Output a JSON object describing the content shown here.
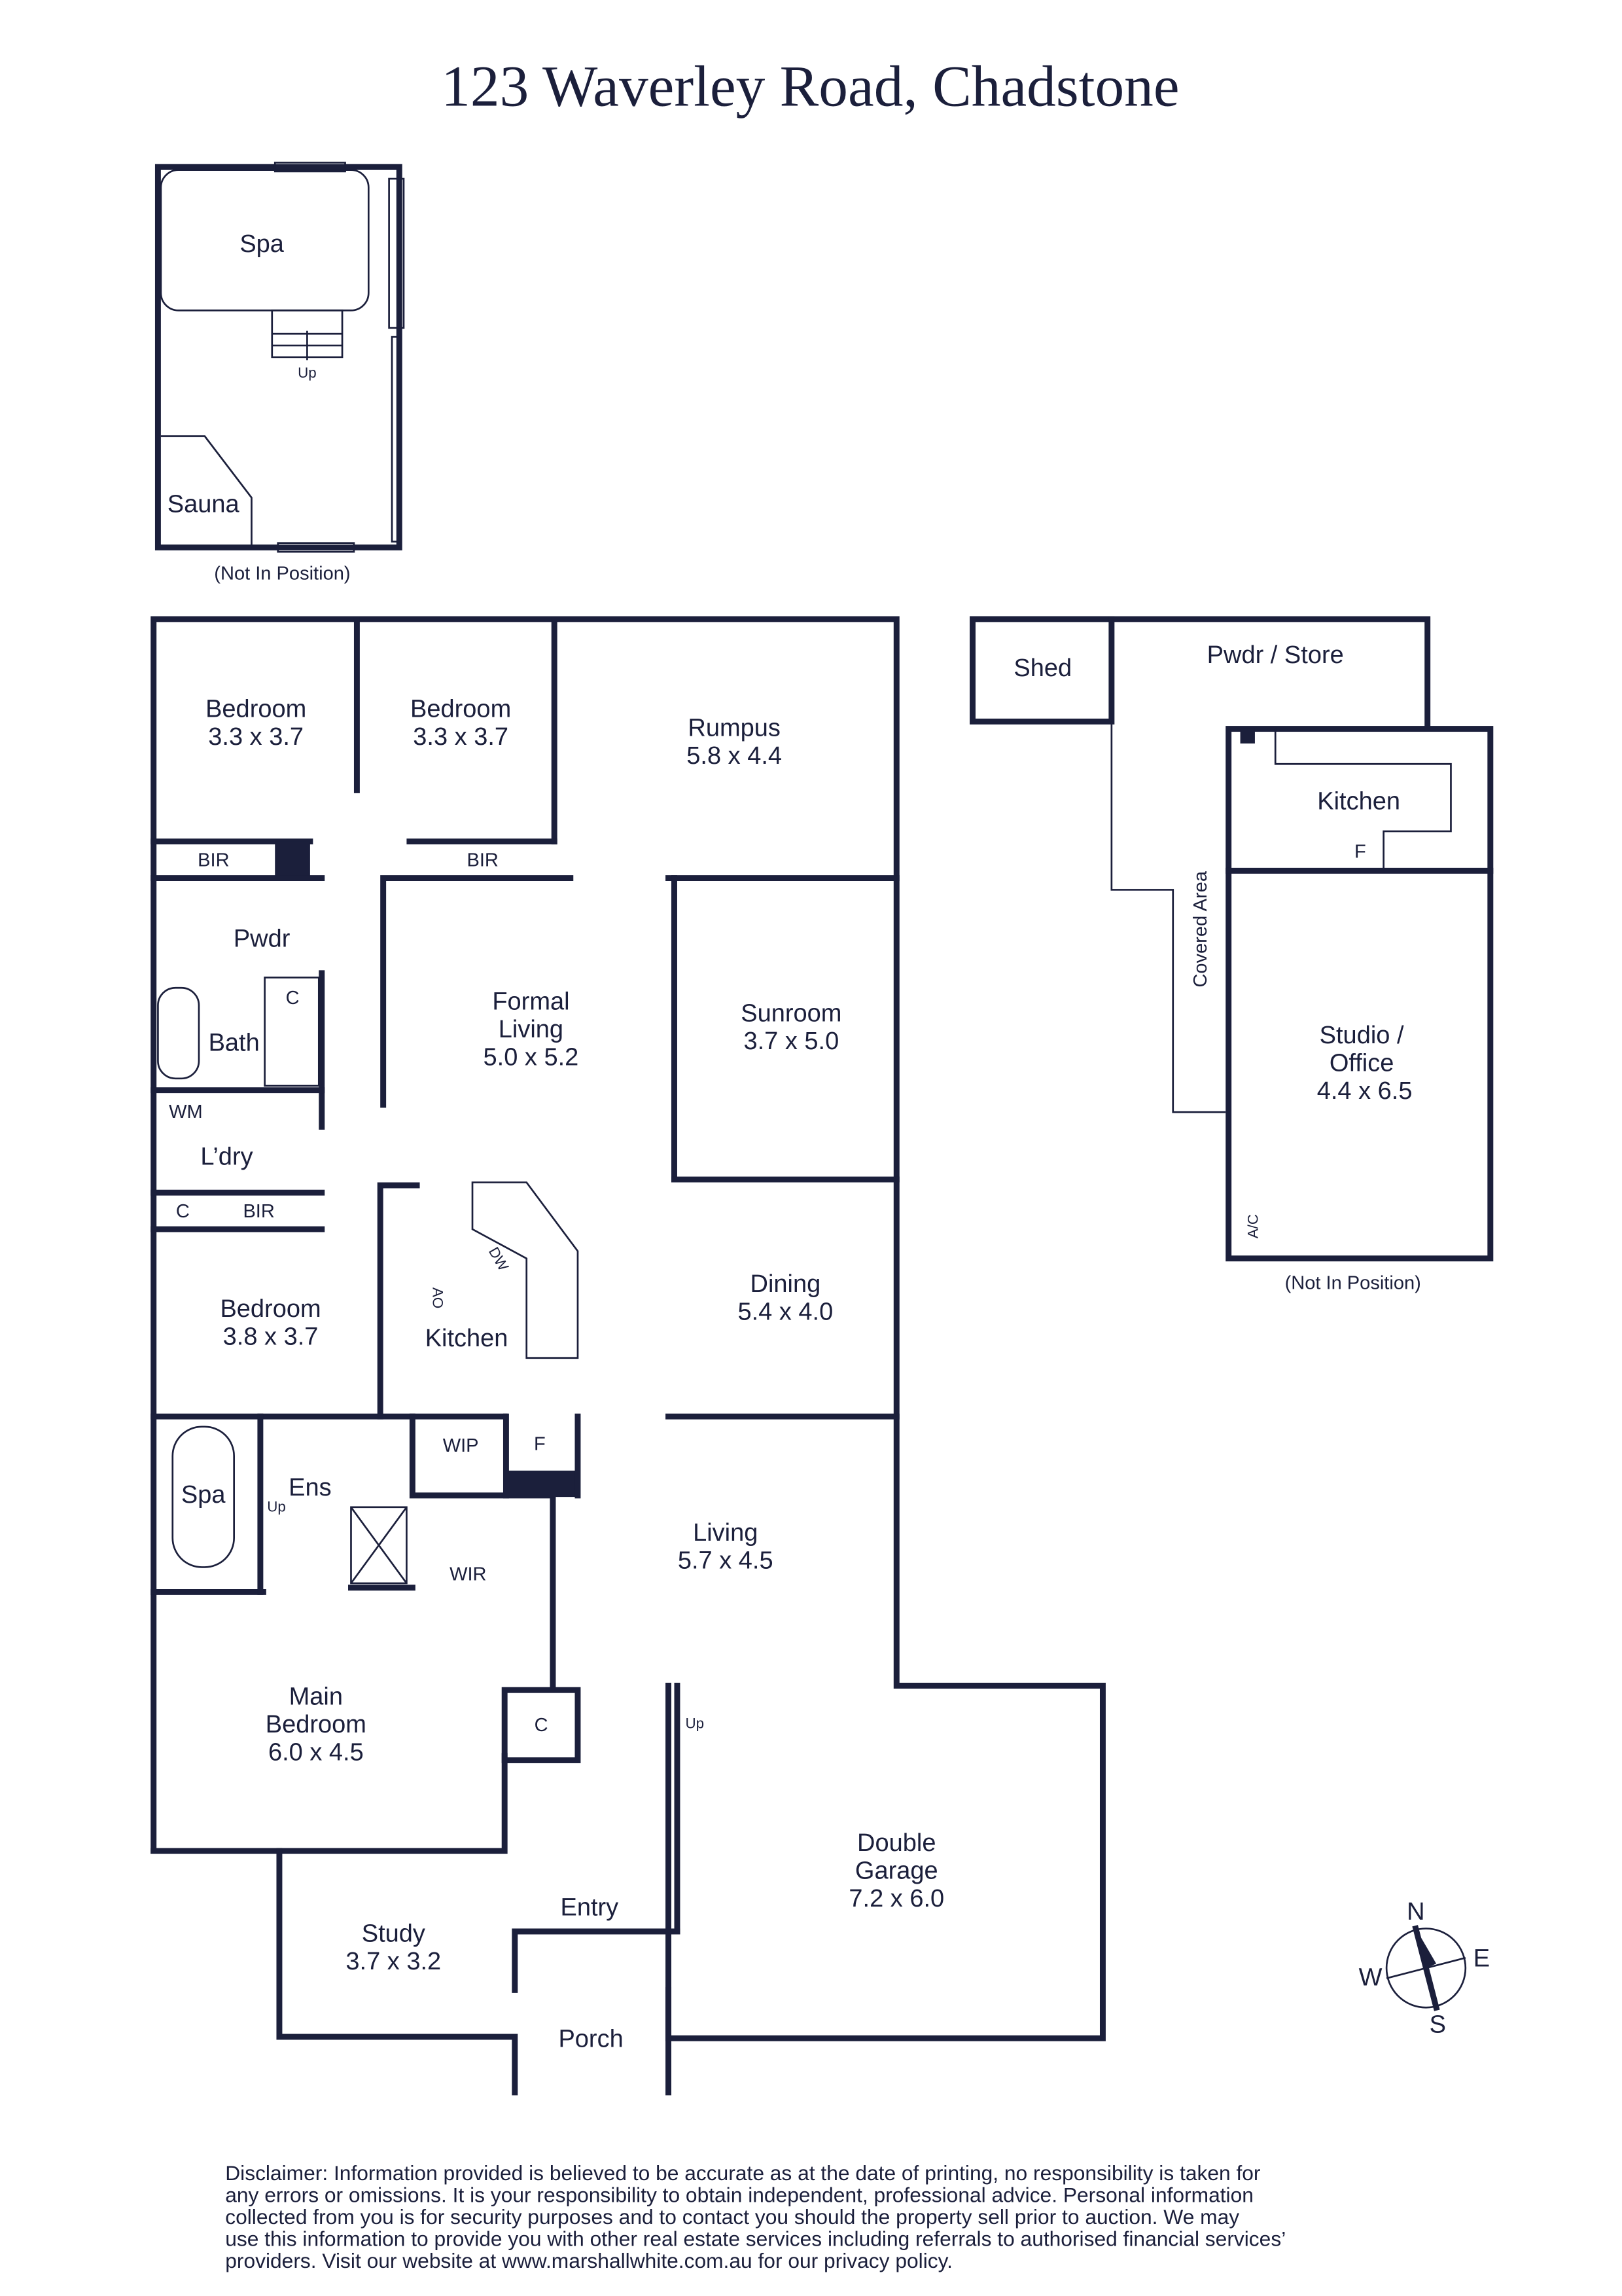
{
  "title": "123 Waverley Road, Chadstone",
  "outbuilding": {
    "spa": "Spa",
    "up": "Up",
    "sauna": "Sauna",
    "note": "(Not In Position)"
  },
  "rooms": {
    "bed1": {
      "name": "Bedroom",
      "dim": "3.3 x 3.7"
    },
    "bed2": {
      "name": "Bedroom",
      "dim": "3.3 x 3.7"
    },
    "rumpus": {
      "name": "Rumpus",
      "dim": "5.8 x 4.4"
    },
    "bir1": "BIR",
    "bir2": "BIR",
    "pwdr": "Pwdr",
    "c1": "C",
    "bath": "Bath",
    "formal": {
      "name1": "Formal",
      "name2": "Living",
      "dim": "5.0 x 5.2"
    },
    "sunroom": {
      "name": "Sunroom",
      "dim": "3.7 x 5.0"
    },
    "wm": "WM",
    "ldry": "L’dry",
    "c2": "C",
    "bir3": "BIR",
    "bed3": {
      "name": "Bedroom",
      "dim": "3.8 x 3.7"
    },
    "kitchen": "Kitchen",
    "dw": "DW",
    "ao": "AO",
    "dining": {
      "name": "Dining",
      "dim": "5.4 x 4.0"
    },
    "wip": "WIP",
    "f": "F",
    "spa": "Spa",
    "up": "Up",
    "ens": "Ens",
    "wir": "WIR",
    "living": {
      "name": "Living",
      "dim": "5.7 x 4.5"
    },
    "main": {
      "name1": "Main",
      "name2": "Bedroom",
      "dim": "6.0 x 4.5"
    },
    "c3": "C",
    "up2": "Up",
    "garage": {
      "name1": "Double",
      "name2": "Garage",
      "dim": "7.2 x 6.0"
    },
    "entry": "Entry",
    "study": {
      "name": "Study",
      "dim": "3.7 x 3.2"
    },
    "porch": "Porch"
  },
  "studio_block": {
    "shed": "Shed",
    "pwdr_store": "Pwdr / Store",
    "kitchen": "Kitchen",
    "f": "F",
    "covered": "Covered Area",
    "studio1": "Studio /",
    "studio2": "Office",
    "dim": "4.4 x 6.5",
    "ac": "A/C",
    "note": "(Not In Position)"
  },
  "compass": {
    "n": "N",
    "e": "E",
    "s": "S",
    "w": "W"
  },
  "disclaimer": [
    "Disclaimer: Information provided is believed to be accurate as at the date of printing, no responsibility is taken for",
    "any errors or omissions. It is your responsibility to obtain independent, professional advice. Personal information",
    "collected from you is for security purposes and to contact you should the property sell prior to auction. We may",
    "use this information to provide you with other real estate services including referrals to authorised financial services’",
    "providers. Visit our website at www.marshallwhite.com.au for our privacy policy."
  ]
}
